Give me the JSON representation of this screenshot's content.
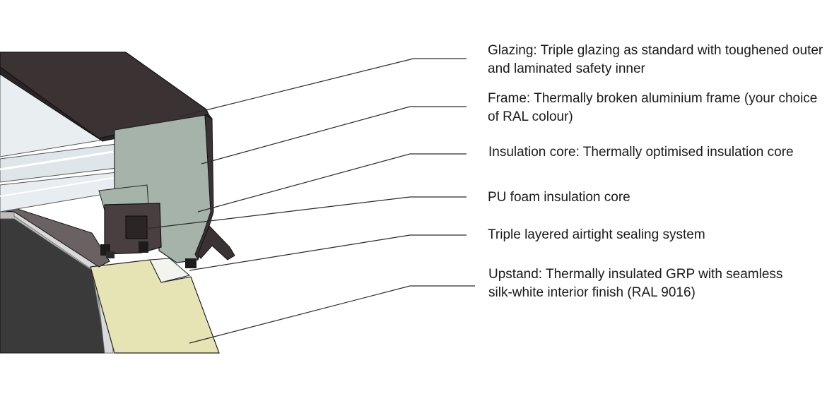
{
  "labels": {
    "glazing": {
      "line1": "Glazing: Triple glazing as standard with toughened outer",
      "line2": "and laminated safety inner"
    },
    "frame": {
      "line1": "Frame: Thermally broken aluminium frame (your choice",
      "line2": "of RAL colour)"
    },
    "insulation_core": {
      "line1": "Insulation core: Thermally optimised insulation core"
    },
    "pu_foam": {
      "line1": "PU foam insulation core"
    },
    "sealing": {
      "line1": "Triple layered airtight sealing system"
    },
    "upstand": {
      "line1": "Upstand: Thermally insulated GRP with seamless",
      "line2": "silk-white interior finish (RAL 9016)"
    }
  },
  "colors": {
    "frame_dark": "#3b3234",
    "insulation_grey": "#a5b3aa",
    "glass": "#e4eaee",
    "gasket_black": "#1c1c1c",
    "upstand_foam": "#e6e4b4",
    "upstand_shell": "#3a3a3a",
    "interior_finish": "#bfbfbf",
    "leader_line": "#2a2a2a"
  }
}
